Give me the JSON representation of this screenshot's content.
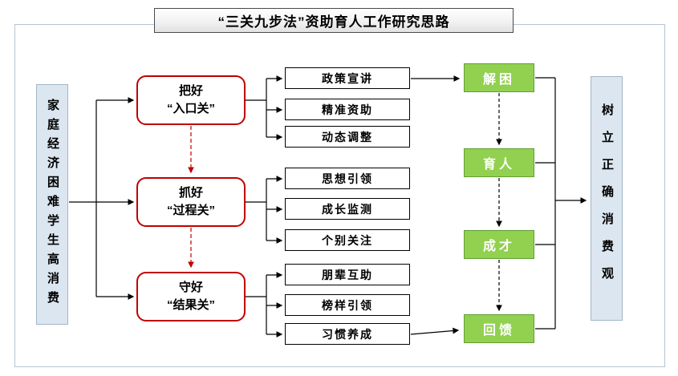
{
  "title": "“三关九步法”资助育人工作研究思路",
  "cause_box": {
    "label": "家庭经济困难学生高消费"
  },
  "goal_box": {
    "label": "树立正确消费观"
  },
  "gates": [
    {
      "action": "把好",
      "name": "“入口关”",
      "steps": [
        "政策宣讲",
        "精准资助",
        "动态调整"
      ]
    },
    {
      "action": "抓好",
      "name": "“过程关”",
      "steps": [
        "思想引领",
        "成长监测",
        "个别关注"
      ]
    },
    {
      "action": "守好",
      "name": "“结果关”",
      "steps": [
        "朋辈互助",
        "榜样引领",
        "习惯养成"
      ]
    }
  ],
  "outcomes": [
    "解困",
    "育人",
    "成才",
    "回馈"
  ],
  "colors": {
    "gate_border": "#c00000",
    "outcome_fill": "#92d050",
    "outcome_border": "#619f33",
    "side_box_fill": "#dce6f0",
    "side_box_border": "#9fb6c6",
    "connector": "#000000",
    "dashed_red": "#c00000"
  }
}
